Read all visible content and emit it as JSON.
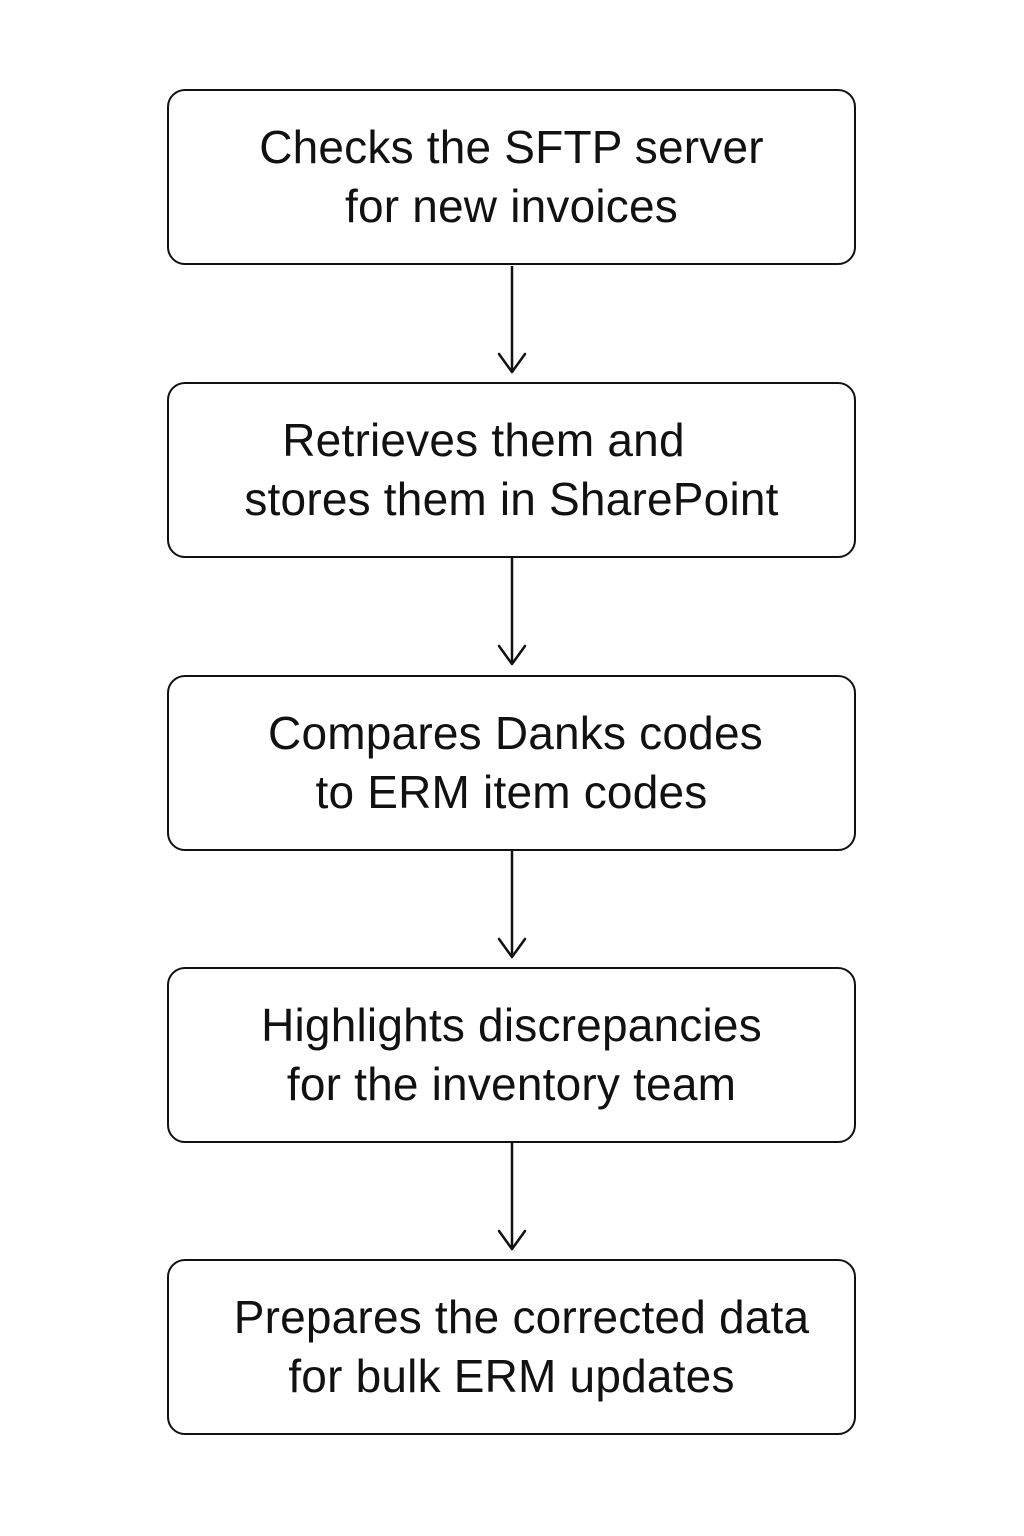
{
  "steps": [
    {
      "line1": "Checks the SFTP server",
      "line2": "for new invoices"
    },
    {
      "line1": "Retrieves them and",
      "line2": "stores them in SharePoint"
    },
    {
      "line1": "Compares Danks codes",
      "line2": "to ERM item codes"
    },
    {
      "line1": "Highlights discrepancies",
      "line2": "for the inventory team"
    },
    {
      "line1": "Prepares the corrected data",
      "line2": "for bulk ERM updates"
    }
  ],
  "colors": {
    "stroke": "#111111",
    "background": "#ffffff",
    "text": "#111111"
  },
  "icons": {
    "connector": "down-arrow-icon"
  }
}
